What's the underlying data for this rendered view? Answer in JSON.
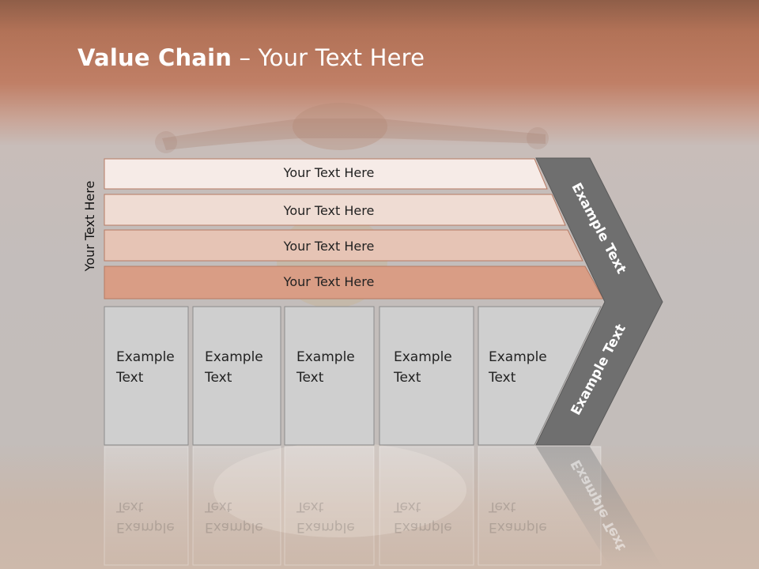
{
  "title": {
    "bold": "Value Chain",
    "rest": " – Your Text Here"
  },
  "vertical_label": "Your Text Here",
  "bars": [
    {
      "label": "Your Text Here",
      "fill": "#f6ebe7"
    },
    {
      "label": "Your Text Here",
      "fill": "#efdcd3"
    },
    {
      "label": "Your Text Here",
      "fill": "#e6c4b5"
    },
    {
      "label": "Your Text Here",
      "fill": "#d99d85"
    }
  ],
  "boxes": [
    {
      "line1": "Example",
      "line2": "Text"
    },
    {
      "line1": "Example",
      "line2": "Text"
    },
    {
      "line1": "Example",
      "line2": "Text"
    },
    {
      "line1": "Example",
      "line2": "Text"
    },
    {
      "line1": "Example",
      "line2": "Text"
    }
  ],
  "chevron": {
    "top_label": "Example Text",
    "bottom_label": "Example Text",
    "fill": "#6f6f6f"
  },
  "colors": {
    "box_fill": "#cfcfcf",
    "box_border": "#8c8c8c",
    "bar_border": "#b77a63"
  }
}
